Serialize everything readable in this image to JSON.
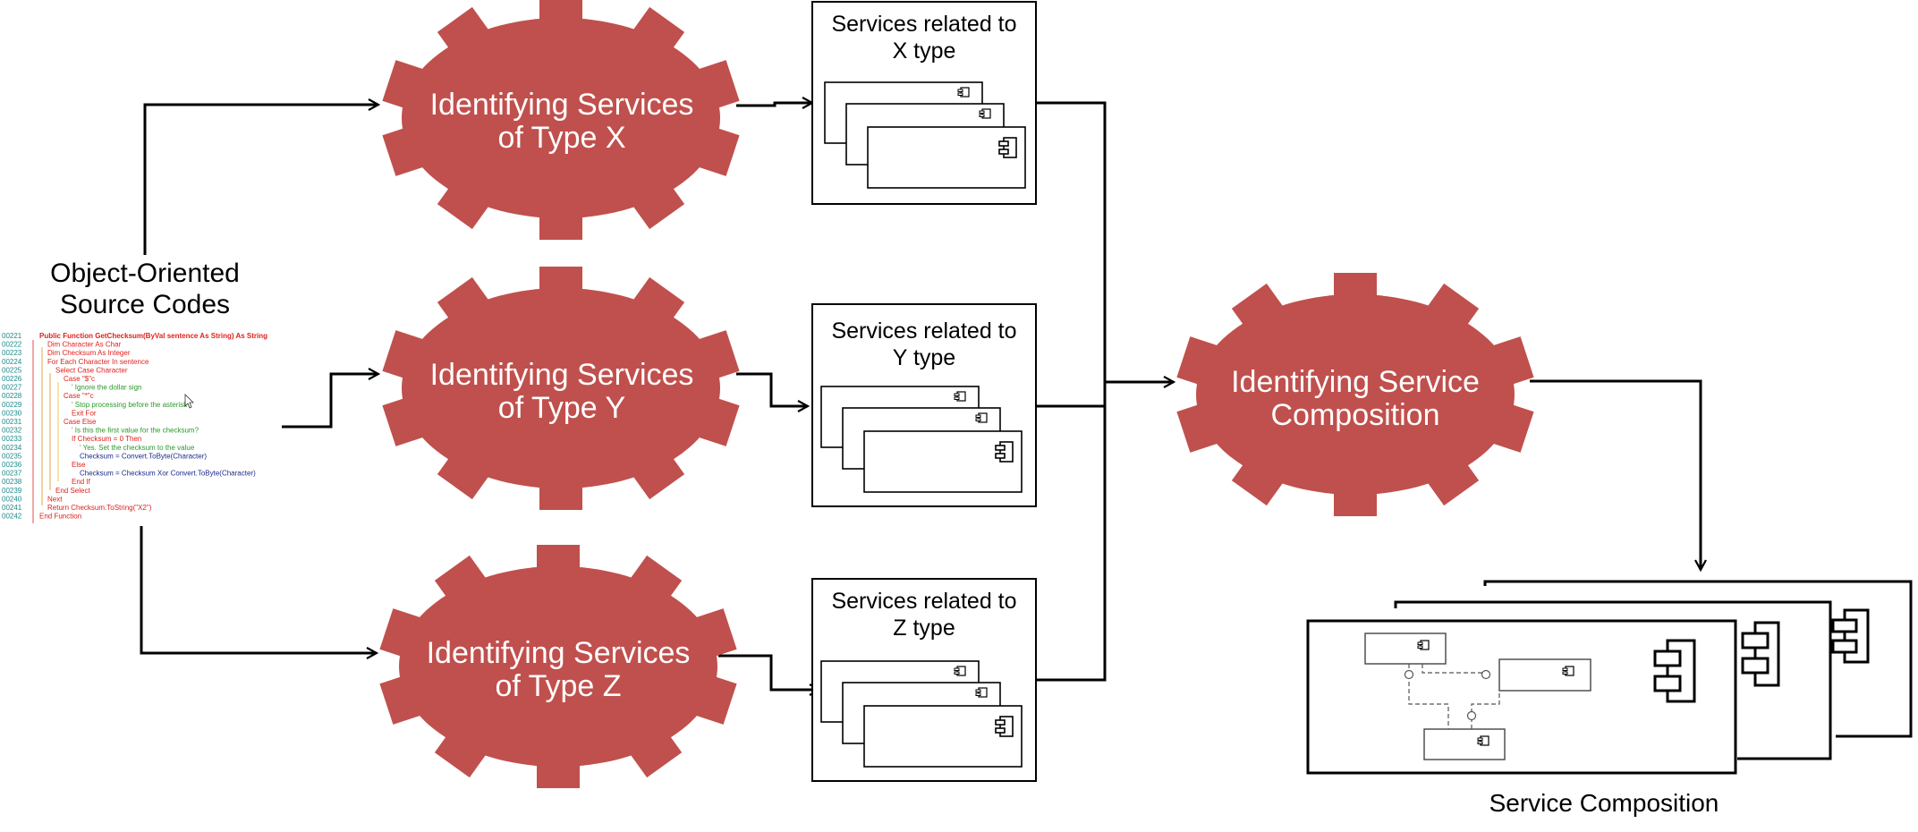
{
  "source": {
    "label_line1": "Object-Oriented",
    "label_line2": "Source Codes",
    "code_lines": [
      {
        "n": "00221",
        "t": "Public Function GetChecksum(ByVal sentence As String) As String"
      },
      {
        "n": "00222",
        "t": "Dim Character As Char"
      },
      {
        "n": "00223",
        "t": "Dim Checksum As Integer"
      },
      {
        "n": "00224",
        "t": "For Each Character In sentence"
      },
      {
        "n": "00225",
        "t": "Select Case Character"
      },
      {
        "n": "00226",
        "t": "Case \"$\"c"
      },
      {
        "n": "00227",
        "t": "' Ignore the dollar sign"
      },
      {
        "n": "00228",
        "t": "Case \"*\"c"
      },
      {
        "n": "00229",
        "t": "' Stop processing before the asterisk"
      },
      {
        "n": "00230",
        "t": "Exit For"
      },
      {
        "n": "00231",
        "t": "Case Else"
      },
      {
        "n": "00232",
        "t": "' Is this the first value for the checksum?"
      },
      {
        "n": "00233",
        "t": "If Checksum = 0 Then"
      },
      {
        "n": "00234",
        "t": "' Yes. Set the checksum to the value"
      },
      {
        "n": "00235",
        "t": "Checksum = Convert.ToByte(Character)"
      },
      {
        "n": "00236",
        "t": "Else"
      },
      {
        "n": "00237",
        "t": "Checksum = Checksum Xor Convert.ToByte(Character)"
      },
      {
        "n": "00238",
        "t": "End If"
      },
      {
        "n": "00239",
        "t": "End Select"
      },
      {
        "n": "00240",
        "t": "Next"
      },
      {
        "n": "00241",
        "t": "Return Checksum.ToString(\"X2\")"
      },
      {
        "n": "00242",
        "t": "End Function"
      }
    ]
  },
  "gears": {
    "x": {
      "line1": "Identifying Services",
      "line2": "of Type X"
    },
    "y": {
      "line1": "Identifying Services",
      "line2": "of Type Y"
    },
    "z": {
      "line1": "Identifying Services",
      "line2": "of Type Z"
    },
    "composition": {
      "line1": "Identifying Service",
      "line2": "Composition"
    }
  },
  "services": {
    "x": {
      "line1": "Services related to",
      "line2": "X type"
    },
    "y": {
      "line1": "Services related to",
      "line2": "Y type"
    },
    "z": {
      "line1": "Services related to",
      "line2": "Z type"
    }
  },
  "composition_label": "Service Composition",
  "colors": {
    "gear": "#c0504d",
    "gear_edge": "#c04a47",
    "line": "#000000"
  }
}
